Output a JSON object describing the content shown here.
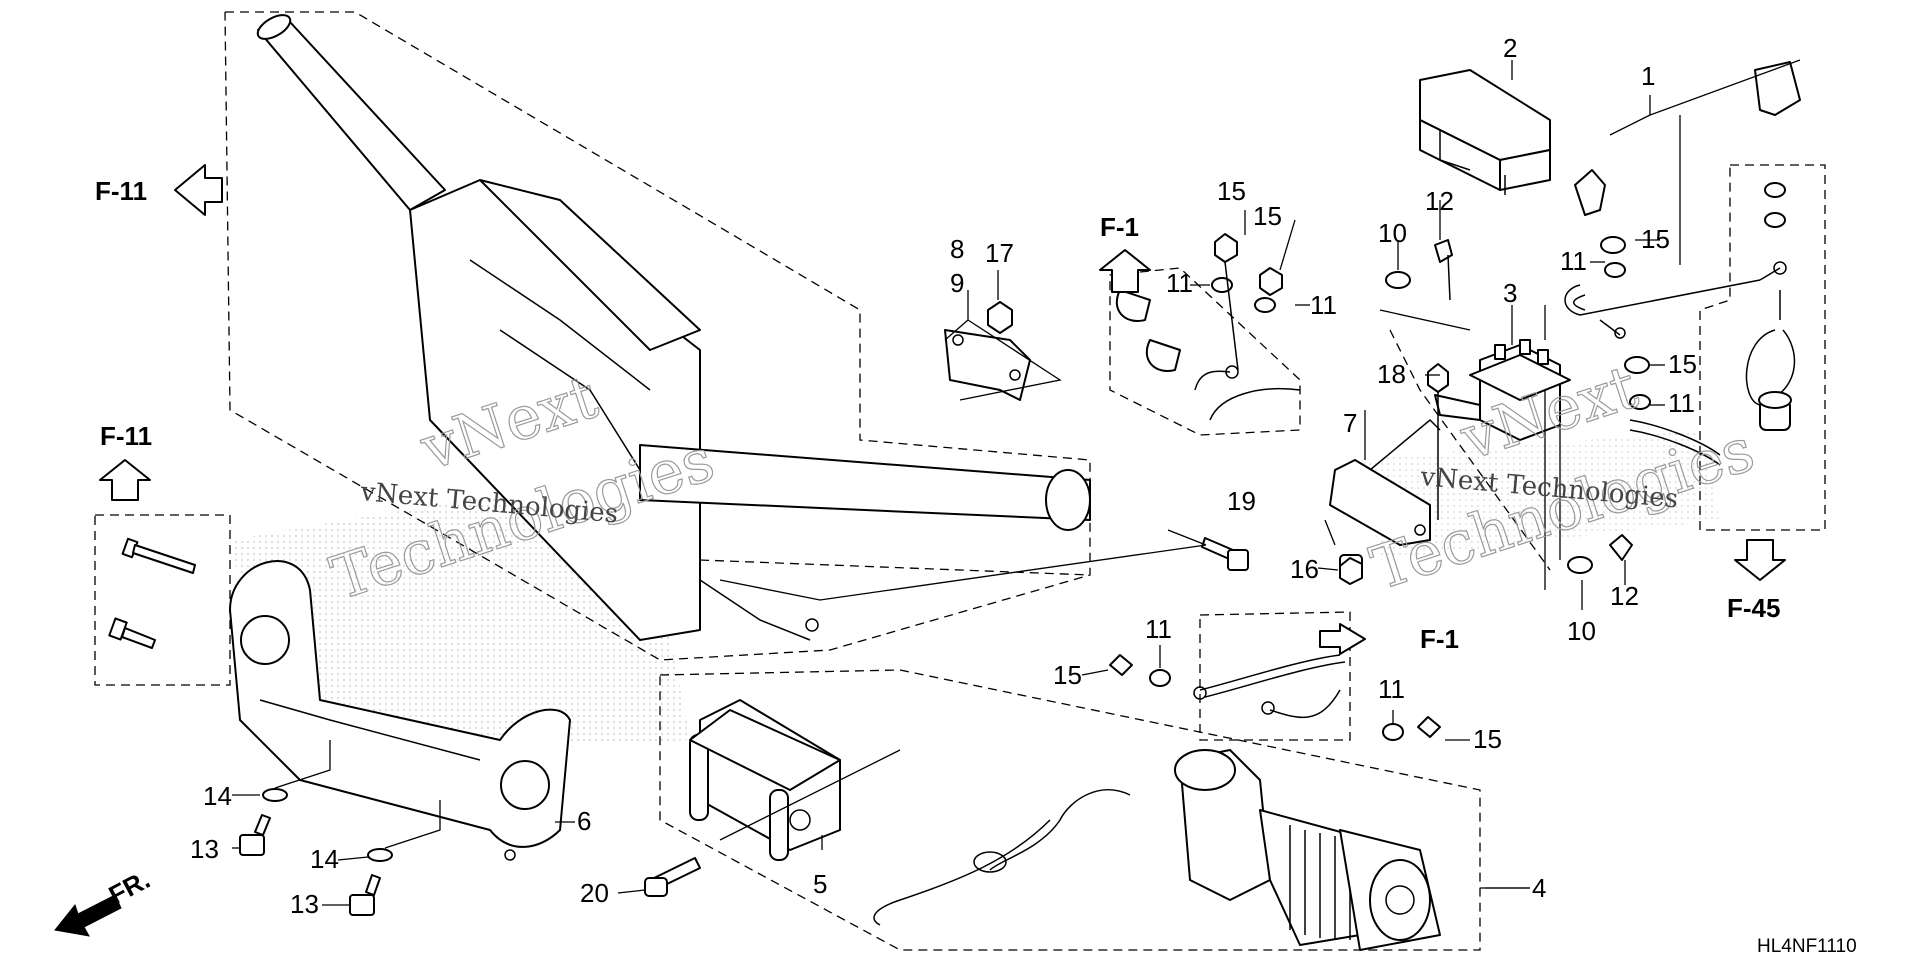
{
  "diagram": {
    "code": "HL4NF1110",
    "front_label": "FR.",
    "watermark": [
      "vNext",
      "Technologies",
      "vNext Technologies"
    ],
    "refs": [
      {
        "id": "ref-f11-top",
        "label": "F-11"
      },
      {
        "id": "ref-f11-left",
        "label": "F-11"
      },
      {
        "id": "ref-f1-top",
        "label": "F-1"
      },
      {
        "id": "ref-f1-mid",
        "label": "F-1"
      },
      {
        "id": "ref-f45",
        "label": "F-45"
      }
    ],
    "callouts": [
      "1",
      "2",
      "3",
      "4",
      "5",
      "6",
      "7",
      "8",
      "9",
      "10",
      "10",
      "11",
      "11",
      "11",
      "11",
      "11",
      "11",
      "12",
      "12",
      "13",
      "13",
      "14",
      "14",
      "15",
      "15",
      "15",
      "15",
      "15",
      "15",
      "16",
      "17",
      "18",
      "19",
      "20"
    ]
  }
}
